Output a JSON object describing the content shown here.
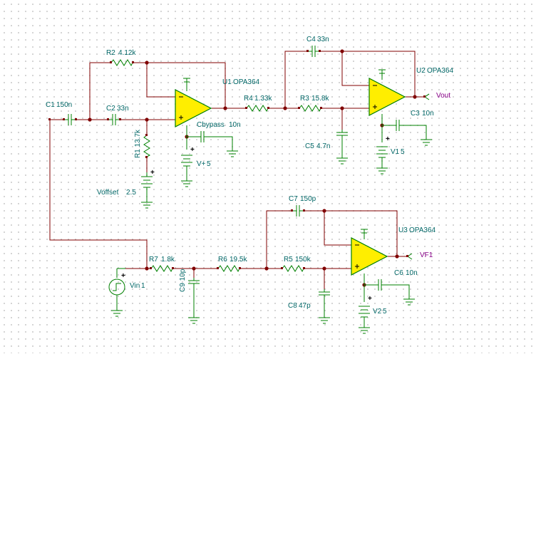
{
  "components": {
    "R1": {
      "ref": "R1",
      "value": "13.7k"
    },
    "R2": {
      "ref": "R2",
      "value": "4.12k"
    },
    "R3": {
      "ref": "R3",
      "value": "15.8k"
    },
    "R4": {
      "ref": "R4",
      "value": "1.33k"
    },
    "R5": {
      "ref": "R5",
      "value": "150k"
    },
    "R6": {
      "ref": "R6",
      "value": "19.5k"
    },
    "R7": {
      "ref": "R7",
      "value": "1.8k"
    },
    "C1": {
      "ref": "C1",
      "value": "150n"
    },
    "C2": {
      "ref": "C2",
      "value": "33n"
    },
    "C3": {
      "ref": "C3",
      "value": "10n"
    },
    "C4": {
      "ref": "C4",
      "value": "33n"
    },
    "C5": {
      "ref": "C5",
      "value": "4.7n"
    },
    "C6": {
      "ref": "C6",
      "value": "10n"
    },
    "C7": {
      "ref": "C7",
      "value": "150p"
    },
    "C8": {
      "ref": "C8",
      "value": "47p"
    },
    "C9": {
      "ref": "C9",
      "value": "10p"
    },
    "Cbypass": {
      "ref": "Cbypass",
      "value": "10n"
    },
    "U1": {
      "ref": "U1",
      "value": "OPA364"
    },
    "U2": {
      "ref": "U2",
      "value": "OPA364"
    },
    "U3": {
      "ref": "U3",
      "value": "OPA364"
    },
    "Vplus": {
      "ref": "V+",
      "value": "5"
    },
    "V1": {
      "ref": "V1",
      "value": "5"
    },
    "V2": {
      "ref": "V2",
      "value": "5"
    },
    "Voffset": {
      "ref": "Voffset",
      "value": "2.5"
    },
    "Vin": {
      "ref": "Vin",
      "value": "1"
    }
  },
  "nets": {
    "vout": "Vout",
    "vf1": "VF1"
  },
  "symbols": {
    "plus": "+",
    "minus": "−"
  },
  "colors": {
    "wire": "#800000",
    "component": "#008000",
    "opamp_fill": "#ffee00",
    "label": "#006666",
    "net_label": "#880088"
  }
}
